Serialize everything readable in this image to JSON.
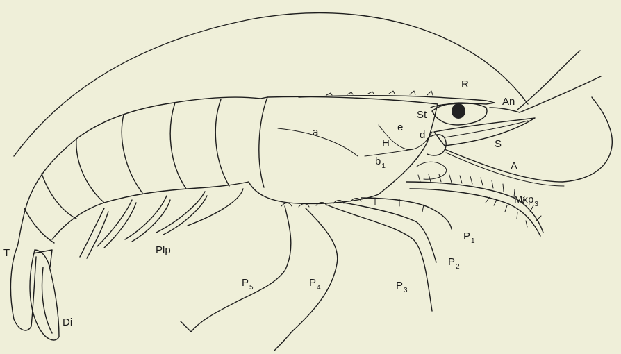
{
  "figure": {
    "background": "#efefd9",
    "ink": "#1e1e1e",
    "labels": {
      "R": "R",
      "An": "An",
      "St": "St",
      "a": "a",
      "e": "e",
      "d": "d",
      "H": "H",
      "b1_base": "b",
      "b1_sub": "1",
      "S": "S",
      "A": "A",
      "Mxp3_base": "Mxp",
      "Mxp3_sub": "3",
      "P1_base": "P",
      "P1_sub": "1",
      "P2_base": "P",
      "P2_sub": "2",
      "P3_base": "P",
      "P3_sub": "3",
      "P4_base": "P",
      "P4_sub": "4",
      "P5_base": "P",
      "P5_sub": "5",
      "Plp": "Plp",
      "T": "T",
      "Di": "Di"
    }
  }
}
